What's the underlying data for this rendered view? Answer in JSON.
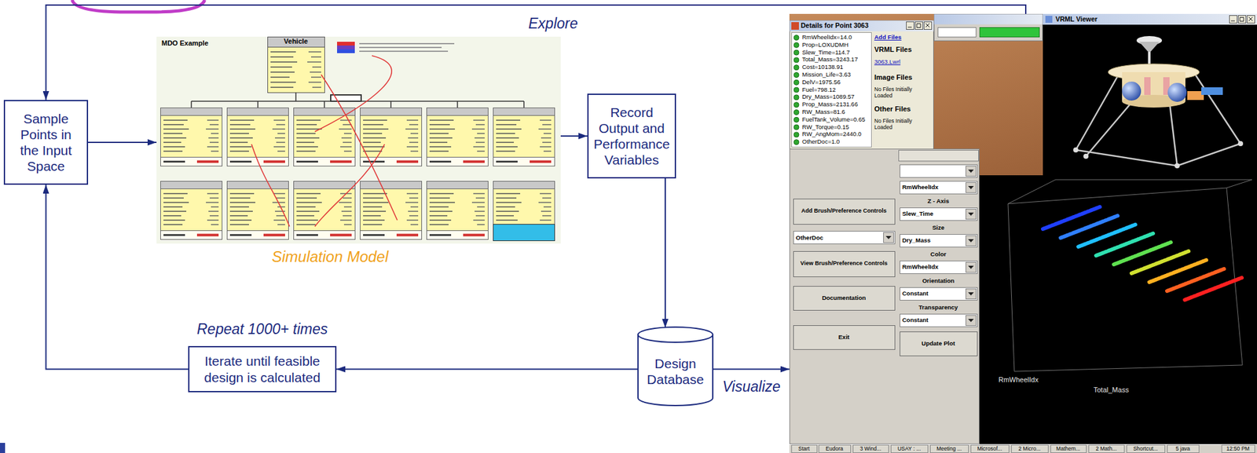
{
  "diagram": {
    "nodes": [
      {
        "text": [
          "Sample Points in the Input Space"
        ]
      },
      {
        "text": [
          "MDO Example",
          "Vehicle",
          "Simulation Model"
        ]
      },
      {
        "text": [
          "Record Output and Performance Variables"
        ]
      },
      {
        "text": [
          "Details for Point 3063",
          "RmWheelIdx=14.0",
          "Prop=LOXUDMH",
          "Slew_Time=114.7",
          "Total_Mass=3243.17",
          "Cost=10138.91",
          "Mission_Life=3.63",
          "DelV=1975.56",
          "Fuel=798.12",
          "Dry_Mass=1089.57",
          "Prop_Mass=2131.66",
          "RW_Mass=81.6",
          "FuelTank_Volume=0.65",
          "RW_Torque=0.15",
          "RW_AngMom=2440.0",
          "OtherDoc=1.0",
          "Add Files",
          "VRML Files",
          "3063.Lwrl",
          "Image Files",
          "No Files Initially Loaded",
          "Other Files",
          "No Files Initially Loaded",
          "VRML Viewer",
          "Add Brush/Preference Controls",
          "OtherDoc",
          "View Brush/Preference Controls",
          "Documentation",
          "Exit",
          "RmWheelIdx",
          "Z - Axis",
          "Slew_Time",
          "Size",
          "Dry_Mass",
          "Color",
          "RmWheelIdx",
          "Orientation",
          "Constant",
          "Transparency",
          "Constant",
          "Update Plot",
          "Total_Mass",
          "RmWheelIdx",
          "Start",
          "Eudora",
          "3 Wind...",
          "USAY : ...",
          "Meeting ...",
          "Microsof...",
          "2 Micro...",
          "Mathem...",
          "2 Math...",
          "Shortcut...",
          "5 java",
          "12:50 PM"
        ]
      },
      {
        "text": [
          "Iterate until feasible design is calculated"
        ]
      },
      {
        "text": [
          "Design Database"
        ]
      }
    ],
    "edges": [
      {
        "from": 0,
        "to": 1,
        "arrow": "to"
      },
      {
        "from": 1,
        "to": 2,
        "arrow": "to"
      },
      {
        "from": 2,
        "to": 5,
        "arrow": "to"
      },
      {
        "from": 5,
        "to": 4,
        "arrow": "to"
      },
      {
        "from": 4,
        "to": 0,
        "arrow": "to"
      },
      {
        "from": 5,
        "to": 3,
        "label": "Visualize",
        "arrow": "to"
      },
      {
        "from": 3,
        "to": 0,
        "label": "Explore",
        "arrow": "to"
      }
    ],
    "labels": [
      "Repeat 1000+ times"
    ]
  }
}
